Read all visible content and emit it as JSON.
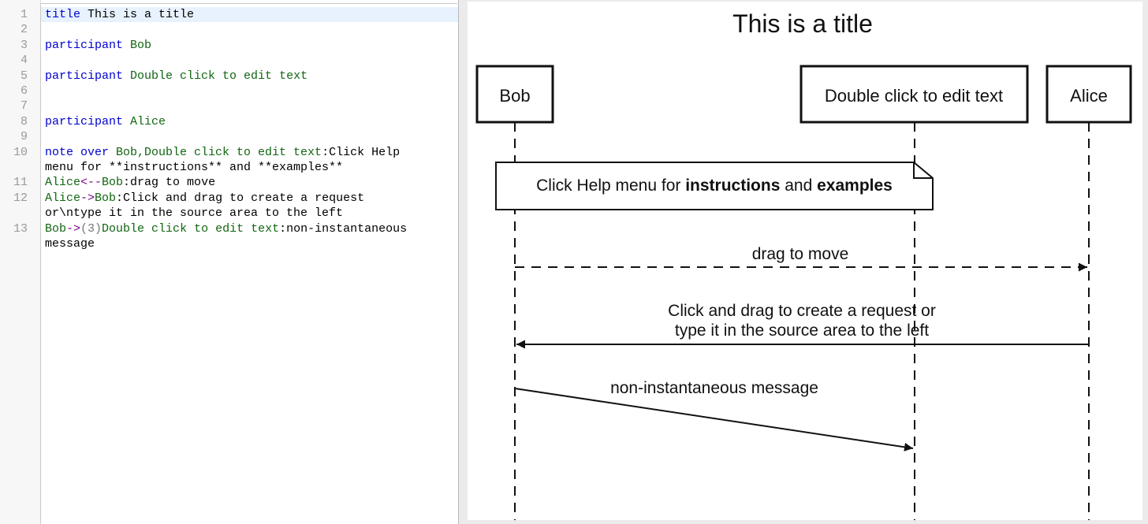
{
  "editor": {
    "line_numbers": [
      "1",
      "2",
      "3",
      "4",
      "5",
      "6",
      "7",
      "8",
      "9",
      "10",
      "11",
      "12",
      "13"
    ],
    "lines": [
      {
        "tokens": [
          {
            "t": "title",
            "c": "kw"
          },
          {
            "t": " This is a title",
            "c": ""
          }
        ]
      },
      {
        "tokens": []
      },
      {
        "tokens": [
          {
            "t": "participant",
            "c": "kw"
          },
          {
            "t": " Bob",
            "c": "nm"
          }
        ]
      },
      {
        "tokens": []
      },
      {
        "tokens": [
          {
            "t": "participant",
            "c": "kw"
          },
          {
            "t": " Double click to edit text",
            "c": "nm"
          }
        ]
      },
      {
        "tokens": []
      },
      {
        "tokens": []
      },
      {
        "tokens": [
          {
            "t": "participant",
            "c": "kw"
          },
          {
            "t": " Alice",
            "c": "nm"
          }
        ]
      },
      {
        "tokens": []
      },
      {
        "tokens": [
          {
            "t": "note over",
            "c": "kw"
          },
          {
            "t": " Bob,Double click to edit text",
            "c": "nm"
          },
          {
            "t": ":Click Help",
            "c": ""
          }
        ]
      },
      {
        "tokens": [
          {
            "t": "menu for **instructions** and **examples**",
            "c": ""
          }
        ]
      },
      {
        "tokens": [
          {
            "t": "Alice",
            "c": "nm"
          },
          {
            "t": "<--",
            "c": "op"
          },
          {
            "t": "Bob",
            "c": "nm"
          },
          {
            "t": ":drag to move",
            "c": ""
          }
        ]
      },
      {
        "tokens": [
          {
            "t": "Alice",
            "c": "nm"
          },
          {
            "t": "->",
            "c": "op"
          },
          {
            "t": "Bob",
            "c": "nm"
          },
          {
            "t": ":Click and drag to create a request",
            "c": ""
          }
        ]
      },
      {
        "tokens": [
          {
            "t": "or\\ntype it in the source area to the left",
            "c": ""
          }
        ]
      },
      {
        "tokens": [
          {
            "t": "Bob",
            "c": "nm"
          },
          {
            "t": "->",
            "c": "op"
          },
          {
            "t": "(3)",
            "c": "nu"
          },
          {
            "t": "Double click to edit text",
            "c": "nm"
          },
          {
            "t": ":non-instantaneous",
            "c": ""
          }
        ]
      },
      {
        "tokens": [
          {
            "t": "message",
            "c": ""
          }
        ]
      }
    ]
  },
  "diagram": {
    "title": "This is a title",
    "participants": {
      "bob": "Bob",
      "double": "Double click to edit text",
      "alice": "Alice"
    },
    "note": {
      "prefix": "Click Help menu for ",
      "bold1": "instructions",
      "middle": " and ",
      "bold2": "examples"
    },
    "messages": {
      "drag": "drag to move",
      "request_line1": "Click and drag to create a request or",
      "request_line2": "type it in the source area to the left",
      "noninstant": "non-instantaneous message"
    },
    "colors": {
      "ink": "#111111",
      "keyword": "#0000cc",
      "name": "#116611",
      "operator": "#770088"
    }
  }
}
